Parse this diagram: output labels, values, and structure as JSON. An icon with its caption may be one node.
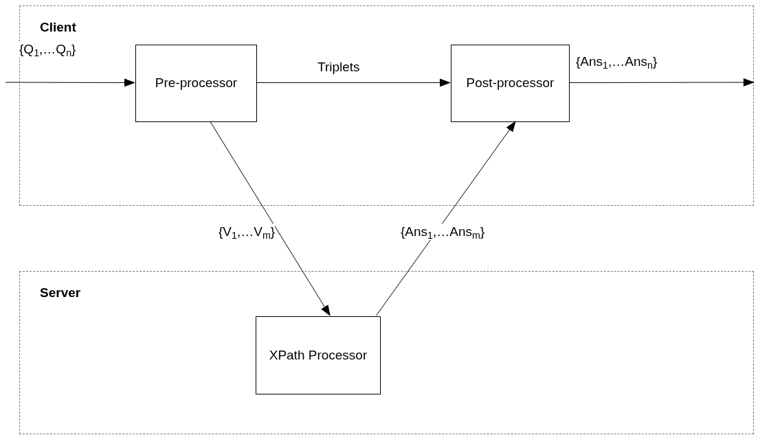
{
  "diagram": {
    "nodes": [
      {
        "text": [
          "Client"
        ]
      },
      {
        "text": [
          "Pre-processor"
        ],
        "in": 0
      },
      {
        "text": [
          "Post-processor"
        ],
        "in": 0
      },
      {
        "text": [
          "Server"
        ]
      },
      {
        "text": [
          "XPath Processor"
        ],
        "in": 3
      }
    ],
    "edges": [
      {
        "from": null,
        "to": 1,
        "arrow": "to",
        "label": "{Q$_{1}$,…Q$_{n}$}"
      },
      {
        "from": 1,
        "to": 2,
        "arrow": "to",
        "label": "Triplets"
      },
      {
        "from": 2,
        "to": null,
        "arrow": "to",
        "label": "{Ans$_{1}$,…Ans$_{n}$}"
      },
      {
        "from": 1,
        "to": 4,
        "arrow": "to",
        "label": "{V$_{1}$,…V$_{m}$}"
      },
      {
        "from": 4,
        "to": 2,
        "arrow": "to",
        "label": "{Ans$_{1}$,…Ans$_{m}$}"
      }
    ]
  }
}
